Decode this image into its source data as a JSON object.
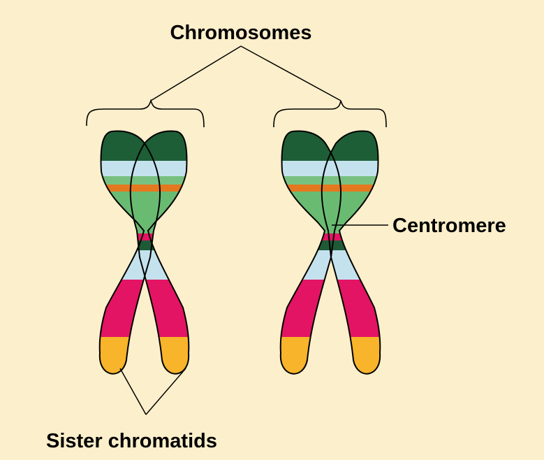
{
  "labels": {
    "chromosomes": "Chromosomes",
    "centromere": "Centromere",
    "sister_chromatids": "Sister chromatids"
  },
  "colors": {
    "background": "#fcefcb",
    "tip_dark_green": "#1d5e36",
    "light_blue": "#c4e2ee",
    "light_green": "#78c080",
    "orange": "#e4781f",
    "green": "#6abb72",
    "magenta": "#e31463",
    "dark_green_band": "#1f5a37",
    "yellow": "#f8b42a",
    "outline": "#000000"
  }
}
